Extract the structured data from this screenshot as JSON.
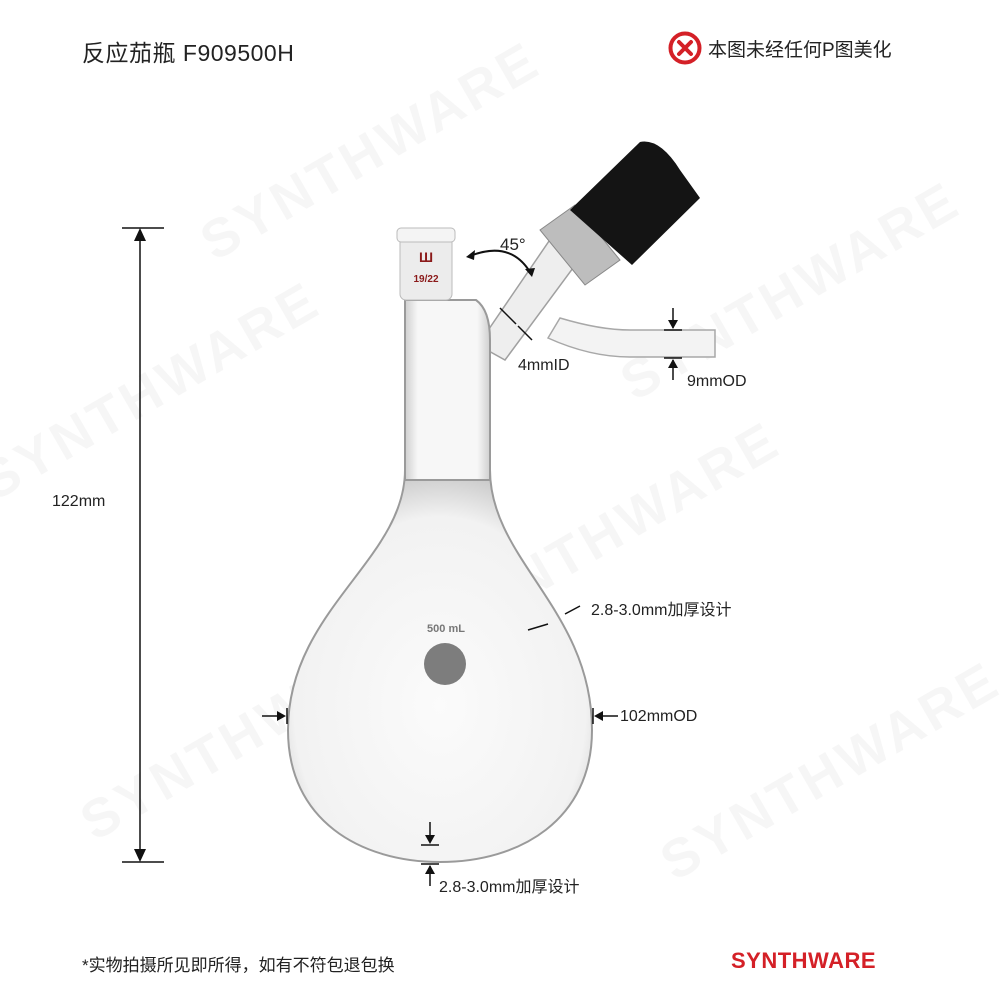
{
  "header": {
    "title": "反应茄瓶  F909500H"
  },
  "notice": {
    "text": "本图未经任何P图美化",
    "icon": "x-circle-icon",
    "color": "#d42027"
  },
  "product": {
    "joint_label": "19/22",
    "volume_label": "500 mL",
    "angle_label": "45°"
  },
  "dimensions": {
    "height": "122mm",
    "stopcock_bore": "4mmID",
    "side_tube_od": "9mmOD",
    "wall_side": "2.8-3.0mm加厚设计",
    "body_od": "102mmOD",
    "wall_bottom": "2.8-3.0mm加厚设计"
  },
  "footer": {
    "disclaimer": "*实物拍摄所见即所得，如有不符包退包换"
  },
  "brand": {
    "name": "SYNTHWARE",
    "color": "#d42027"
  },
  "watermark": "SYNTHWARE"
}
